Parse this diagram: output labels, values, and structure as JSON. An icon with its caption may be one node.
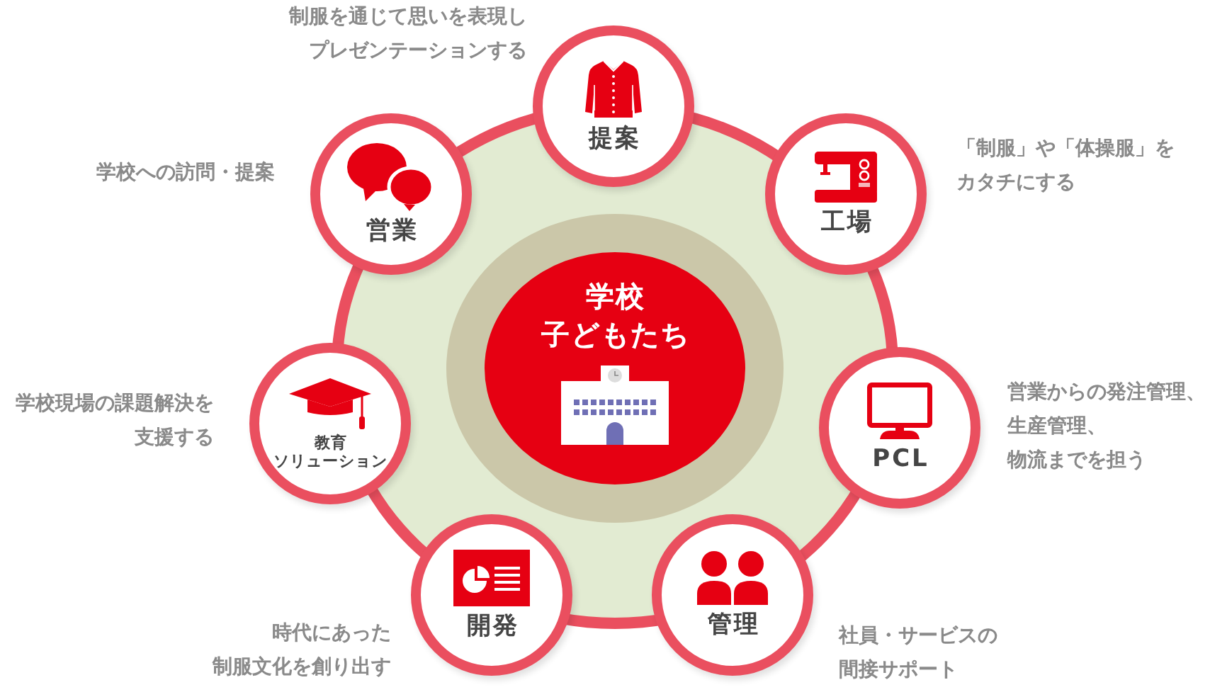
{
  "diagram": {
    "nodes": [
      {
        "text": [
          "提案"
        ],
        "beside": [
          "制服を通じて思いを表現しプレゼンテーションする"
        ]
      },
      {
        "text": [
          "営業"
        ],
        "beside": [
          "学校への訪問・提案"
        ]
      },
      {
        "text": [
          "工場"
        ],
        "beside": [
          "「制服」や「体操服」をカタチにする"
        ]
      },
      {
        "text": [
          "学校",
          "子どもたち"
        ]
      },
      {
        "text": [
          "教育ソリューション"
        ],
        "beside": [
          "学校現場の課題解決を支援する"
        ]
      },
      {
        "text": [
          "PCL"
        ],
        "beside": [
          "営業からの発注管理、生産管理、物流までを担う"
        ]
      },
      {
        "text": [
          "開発"
        ],
        "beside": [
          "時代にあった制服文化を創り出す"
        ]
      },
      {
        "text": [
          "管理"
        ],
        "beside": [
          "社員・サービスの間接サポート"
        ]
      }
    ]
  }
}
